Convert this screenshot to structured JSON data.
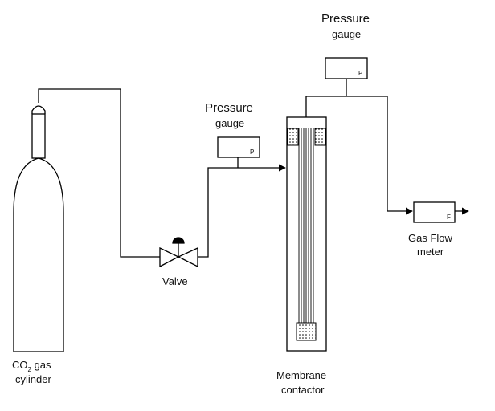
{
  "cylinder": {
    "label_line1_prefix": "CO",
    "label_line1_subscript": "2",
    "label_line1_suffix": " gas",
    "label_line2": "cylinder"
  },
  "valve": {
    "label": "Valve"
  },
  "gauge_inlet": {
    "label_line1": "Pressure",
    "label_line2": "gauge",
    "symbol": "P"
  },
  "gauge_outlet": {
    "label_line1": "Pressure",
    "label_line2": "gauge",
    "symbol": "P"
  },
  "flow_meter": {
    "label_line1": "Gas Flow",
    "label_line2": "meter",
    "symbol": "F"
  },
  "membrane_contactor": {
    "label_line1": "Membrane",
    "label_line2": "contactor"
  },
  "colors": {
    "line": "#000000",
    "background": "#ffffff"
  }
}
